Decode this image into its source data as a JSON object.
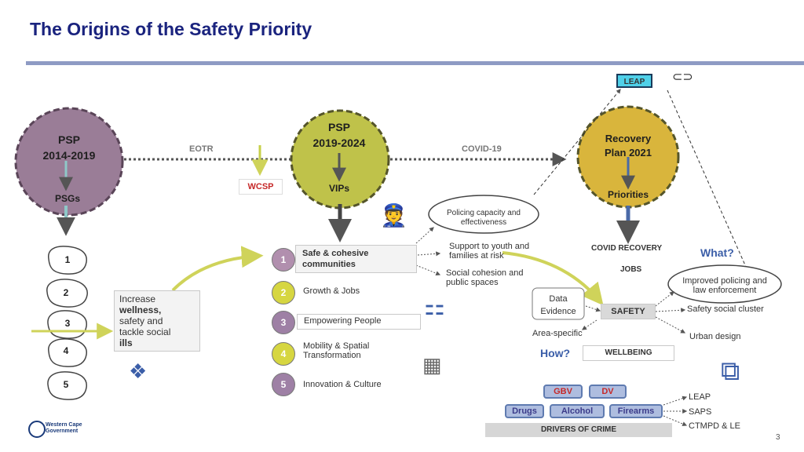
{
  "title": "The Origins of the Safety Priority",
  "leap_top": "LEAP",
  "psp1": {
    "line1": "PSP",
    "line2": "2014-2019",
    "sub": "PSGs"
  },
  "eotr": "EOTR",
  "wcsp": "WCSP",
  "psp2": {
    "line1": "PSP",
    "line2": "2019-2024",
    "sub": "VIPs"
  },
  "covid": "COVID-19",
  "recovery": {
    "line1": "Recovery",
    "line2": "Plan 2021",
    "sub": "Priorities"
  },
  "stones": [
    "1",
    "2",
    "3",
    "4",
    "5"
  ],
  "wellness_box": [
    "Increase",
    "wellness,",
    "safety and",
    "tackle social",
    "ills"
  ],
  "vips": [
    {
      "num": "1",
      "label_a": "Safe & cohesive",
      "label_b": "communities",
      "color": "#b18fae"
    },
    {
      "num": "2",
      "label_a": "Growth & Jobs",
      "label_b": "",
      "color": "#d6d641"
    },
    {
      "num": "3",
      "label_a": "Empowering People",
      "label_b": "",
      "color": "#9e80a5"
    },
    {
      "num": "4",
      "label_a": "Mobility & Spatial",
      "label_b": "Transformation",
      "color": "#d6d641"
    },
    {
      "num": "5",
      "label_a": "Innovation & Culture",
      "label_b": "",
      "color": "#9e80a5"
    }
  ],
  "policing_oval": [
    "Policing capacity and",
    "effectiveness"
  ],
  "support_youth": [
    "Support to youth and",
    "families at risk"
  ],
  "social_cohesion": [
    "Social cohesion and",
    "public spaces"
  ],
  "covid_recovery": "COVID RECOVERY",
  "jobs": "JOBS",
  "what": "What?",
  "improved_oval": [
    "Improved policing and",
    "law enforcement"
  ],
  "safety_social": "Safety social cluster",
  "urban_design": "Urban design",
  "data_evidence": [
    "Data",
    "Evidence"
  ],
  "area_specific": "Area-specific",
  "safety": "SAFETY",
  "how": "How?",
  "wellbeing": "WELLBEING",
  "drivers": {
    "gbv": "GBV",
    "dv": "DV",
    "drugs": "Drugs",
    "alcohol": "Alcohol",
    "firearms": "Firearms",
    "label": "DRIVERS OF CRIME"
  },
  "responses": [
    "LEAP",
    "SAPS",
    "CTMPD & LE"
  ],
  "logo": [
    "Western Cape",
    "Government"
  ],
  "page_number": "3",
  "colors": {
    "title": "#1a237e",
    "purple_circle": "#9a7d97",
    "olive_circle": "#bfc24a",
    "gold_circle": "#d9b53c",
    "pill": "#aebddf",
    "red_text": "#c62828"
  }
}
